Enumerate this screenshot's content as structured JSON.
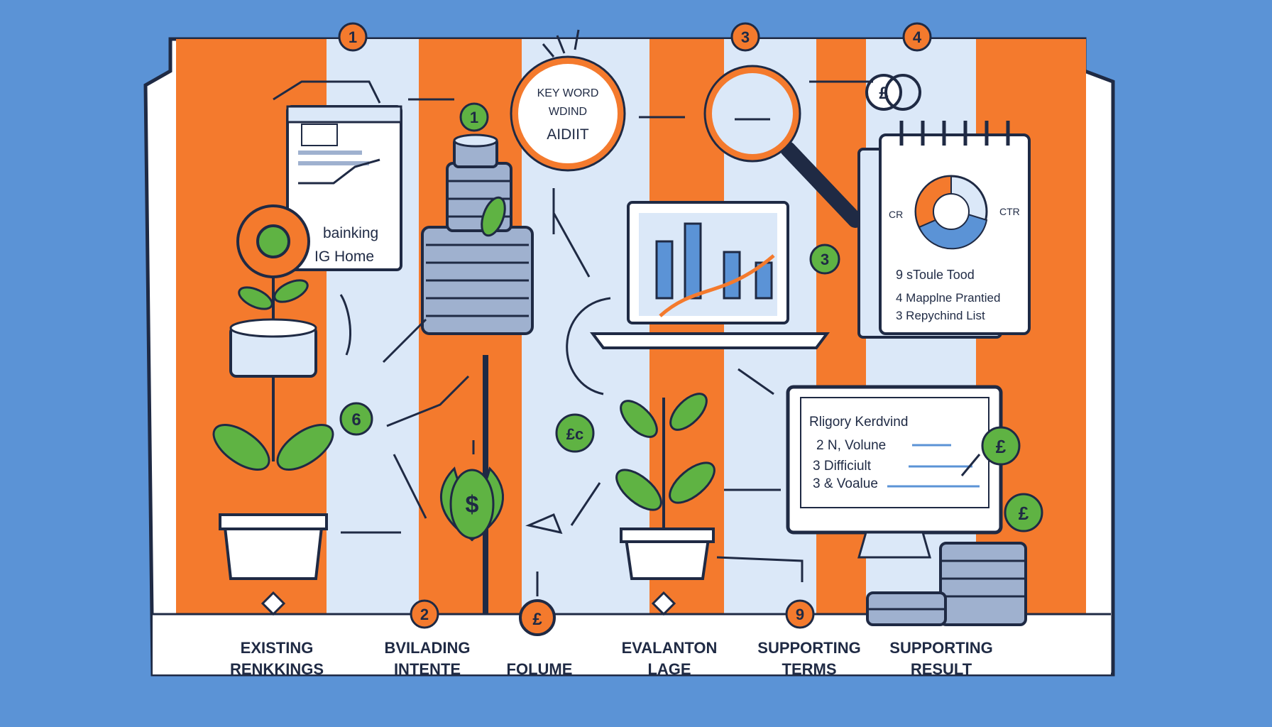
{
  "colors": {
    "background": "#5b93d6",
    "panel": "#ffffff",
    "orange": "#f47a2d",
    "light_blue": "#dbe8f8",
    "navy": "#1f2a44",
    "green": "#5fb343",
    "steel": "#9fb1cf"
  },
  "badges": {
    "top1": "1",
    "top3": "3",
    "top4": "4",
    "coins1": "1",
    "laptop3": "3",
    "left6": "6",
    "bottom2": "2",
    "bottom9": "9",
    "currency_lc": "£c",
    "pound_top": "£",
    "pound_monitor": "£",
    "pound_side": "£",
    "pound_coin": "£"
  },
  "audit_lens": {
    "line1": "KEY WORD",
    "line2": "WDIND",
    "line3": "AIDIIT"
  },
  "browser_card": {
    "line1": "bainking",
    "line2": "IG Home"
  },
  "calendar_card": {
    "left_label": "CR",
    "right_label": "CTR",
    "items": [
      "9  sToule   Tood",
      "4  Mapplne Prantied",
      "3  Repychind List"
    ]
  },
  "monitor_card": {
    "title": "Rligory Kerdvind",
    "items": [
      "2 N, Volune",
      "3 Difficiult",
      "3 & Voalue"
    ]
  },
  "bottom_labels": [
    {
      "line1": "EXISTING",
      "line2": "RENKKINGS"
    },
    {
      "line1": "BVILADING",
      "line2": "INTENTE"
    },
    {
      "line1": "",
      "line2": "FOLUME"
    },
    {
      "line1": "EVALANTON",
      "line2": "LAGE"
    },
    {
      "line1": "SUPPORTING",
      "line2": "TERMS"
    },
    {
      "line1": "SUPPORTING",
      "line2": "RESULT"
    }
  ],
  "icons": [
    "flower-icon",
    "coin-stack-icon",
    "magnifier-icon",
    "laptop-chart-icon",
    "calendar-icon",
    "monitor-icon",
    "plant-icon",
    "money-plant-icon",
    "pound-coin-icon",
    "flashlight-icon"
  ]
}
